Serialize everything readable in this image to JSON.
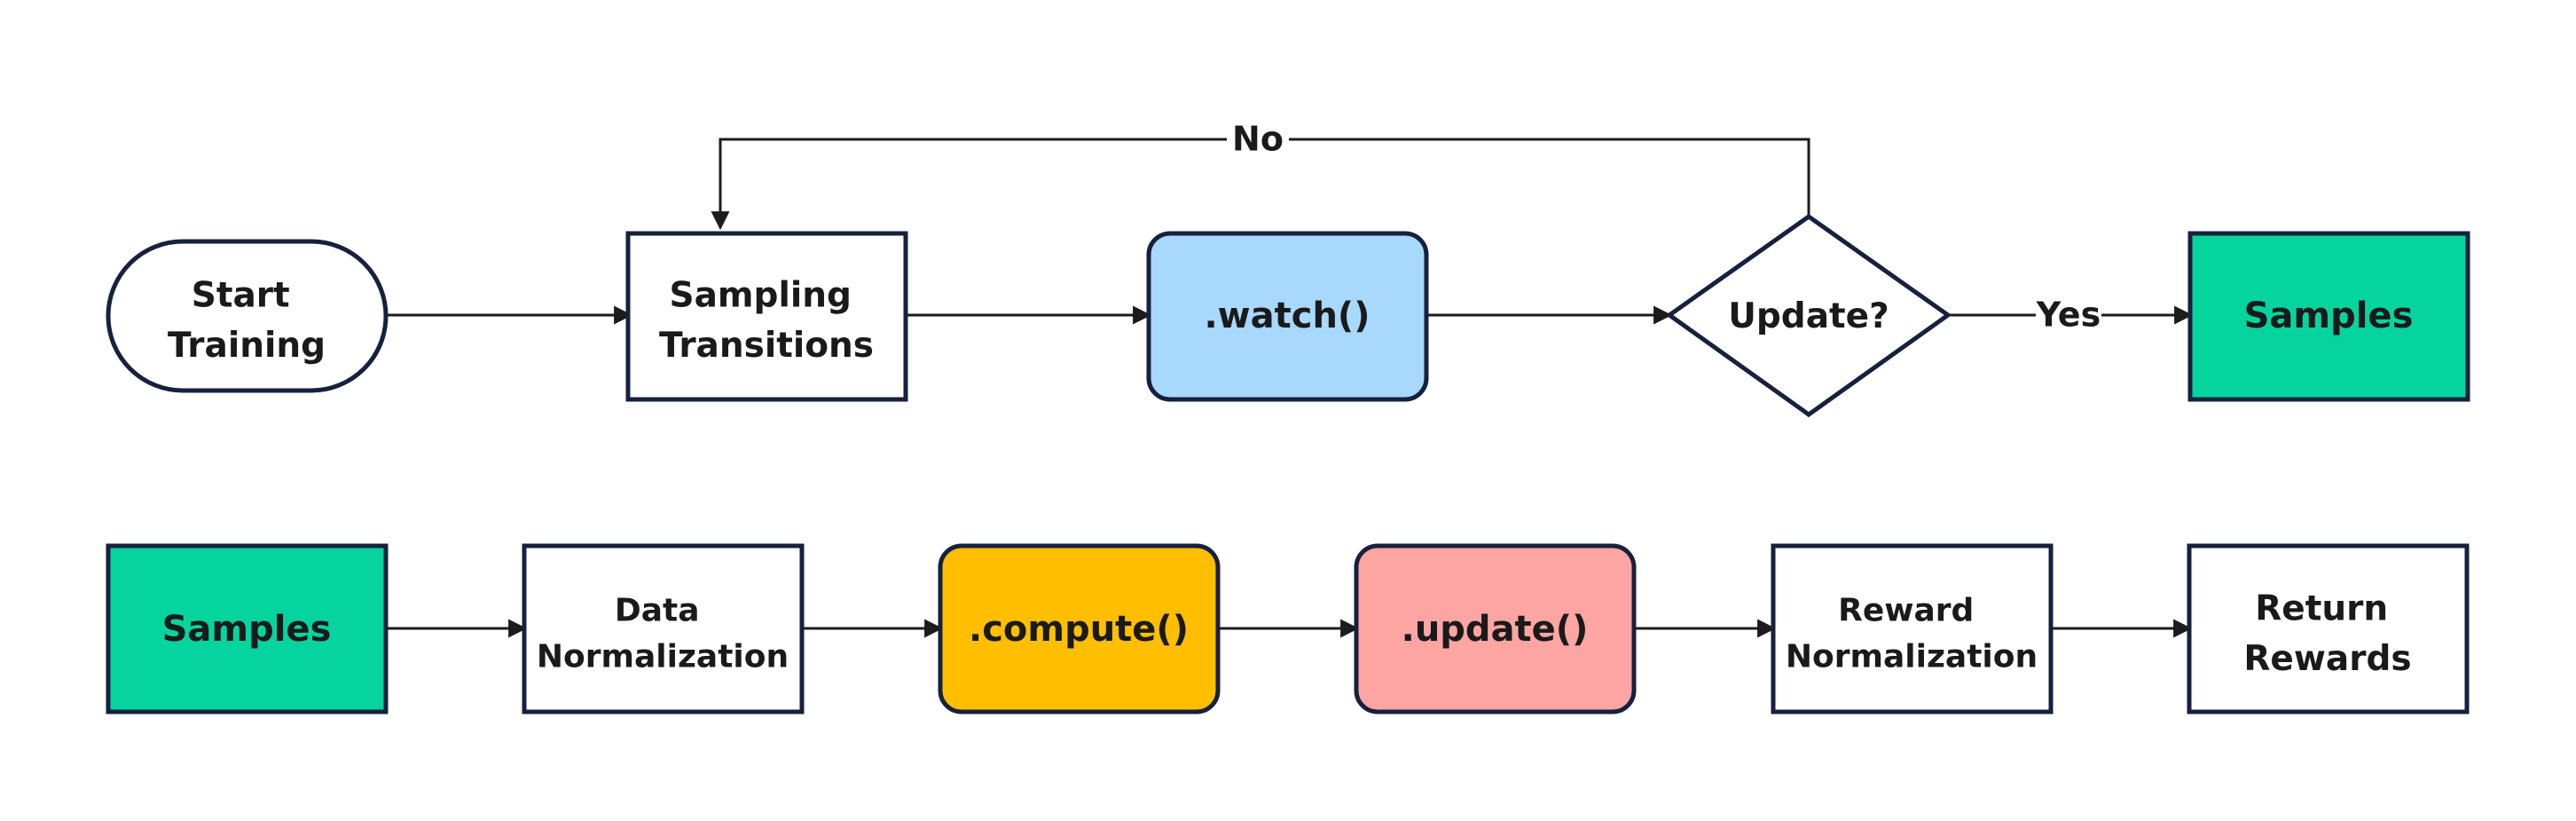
{
  "colors": {
    "stroke": "#16213e",
    "edge": "#1c1c1c",
    "white": "#ffffff",
    "blue": "#a8d8fc",
    "green": "#06d49e",
    "yellow": "#ffbf00",
    "pink": "#fca5a3"
  },
  "nodes": {
    "start_training": {
      "lines": [
        "Start",
        "Training"
      ],
      "shape": "stadium",
      "fill": "white"
    },
    "sampling_transitions": {
      "lines": [
        "Sampling",
        "Transitions"
      ],
      "shape": "rect",
      "fill": "white"
    },
    "watch": {
      "lines": [
        ".watch()"
      ],
      "shape": "rounded",
      "fill": "blue"
    },
    "update_decision": {
      "lines": [
        "Update?"
      ],
      "shape": "diamond",
      "fill": "white"
    },
    "samples_top": {
      "lines": [
        "Samples"
      ],
      "shape": "rect",
      "fill": "green"
    },
    "samples_bottom": {
      "lines": [
        "Samples"
      ],
      "shape": "rect",
      "fill": "green"
    },
    "data_normalization": {
      "lines": [
        "Data",
        "Normalization"
      ],
      "shape": "rect",
      "fill": "white"
    },
    "compute": {
      "lines": [
        ".compute()"
      ],
      "shape": "rounded",
      "fill": "yellow"
    },
    "update_call": {
      "lines": [
        ".update()"
      ],
      "shape": "rounded",
      "fill": "pink"
    },
    "reward_normalization": {
      "lines": [
        "Reward",
        "Normalization"
      ],
      "shape": "rect",
      "fill": "white"
    },
    "return_rewards": {
      "lines": [
        "Return",
        "Rewards"
      ],
      "shape": "rect",
      "fill": "white"
    }
  },
  "edges": {
    "no_label": "No",
    "yes_label": "Yes"
  }
}
